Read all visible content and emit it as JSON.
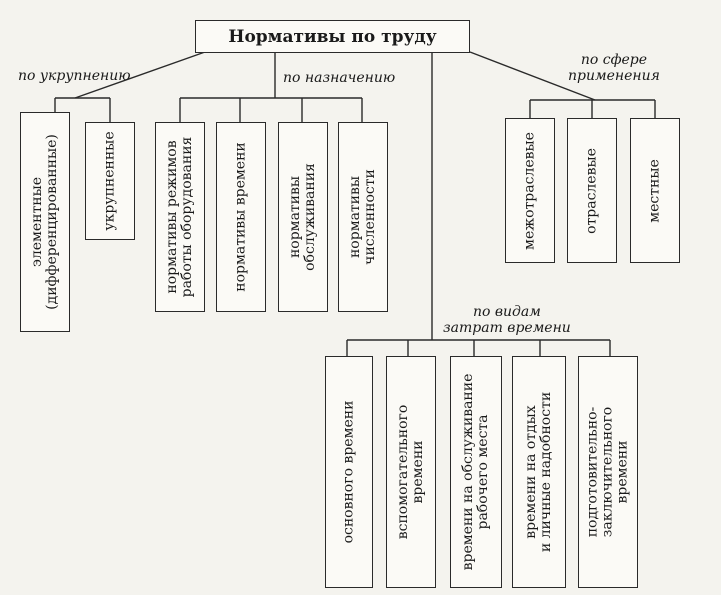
{
  "root": "Нормативы по труду",
  "groups": {
    "enlargement": {
      "label": "по укрупнению",
      "items": [
        "элементные\n(дифференцированные)",
        "укрупненные"
      ]
    },
    "purpose": {
      "label": "по назначению",
      "items": [
        "нормативы режимов\nработы оборудования",
        "нормативы времени",
        "нормативы\nобслуживания",
        "нормативы\nчисленности"
      ]
    },
    "scope": {
      "label": "по сфере\nприменения",
      "items": [
        "межотраслевые",
        "отраслевые",
        "местные"
      ]
    },
    "time": {
      "label": "по видам\nзатрат времени",
      "items": [
        "основного времени",
        "вспомогательного\nвремени",
        "времени на обслуживание\nрабочего места",
        "времени на отдых\nи личные надобности",
        "подготовительно-\nзаключительного\nвремени"
      ]
    }
  },
  "colors": {
    "line": "#2a2a2a",
    "paper": "#f4f3ee"
  }
}
